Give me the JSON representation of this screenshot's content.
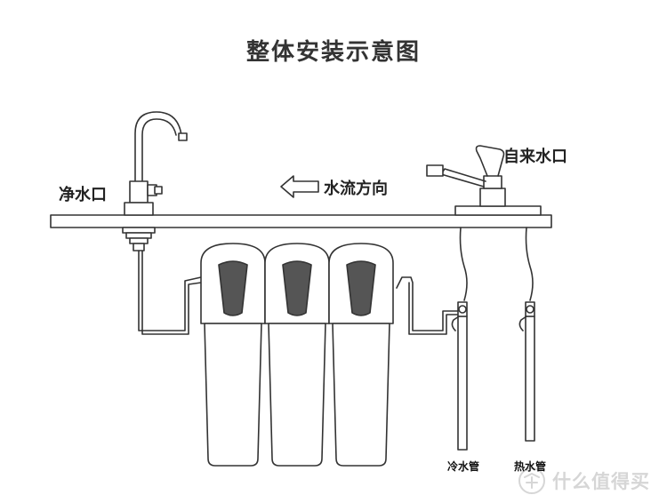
{
  "title": "整体安装示意图",
  "labels": {
    "purified_outlet": "净水口",
    "flow_direction": "水流方向",
    "tap_water_inlet": "自来水口",
    "cold_pipe": "冷水管",
    "hot_pipe": "热水管"
  },
  "watermark": {
    "text": "什么值得买",
    "logo_char": "值",
    "logo_icon": "smzdm-logo-icon"
  },
  "colors": {
    "line": "#333333",
    "text": "#222222",
    "filter_cap": "#555555",
    "watermark": "#d6d6d6"
  }
}
